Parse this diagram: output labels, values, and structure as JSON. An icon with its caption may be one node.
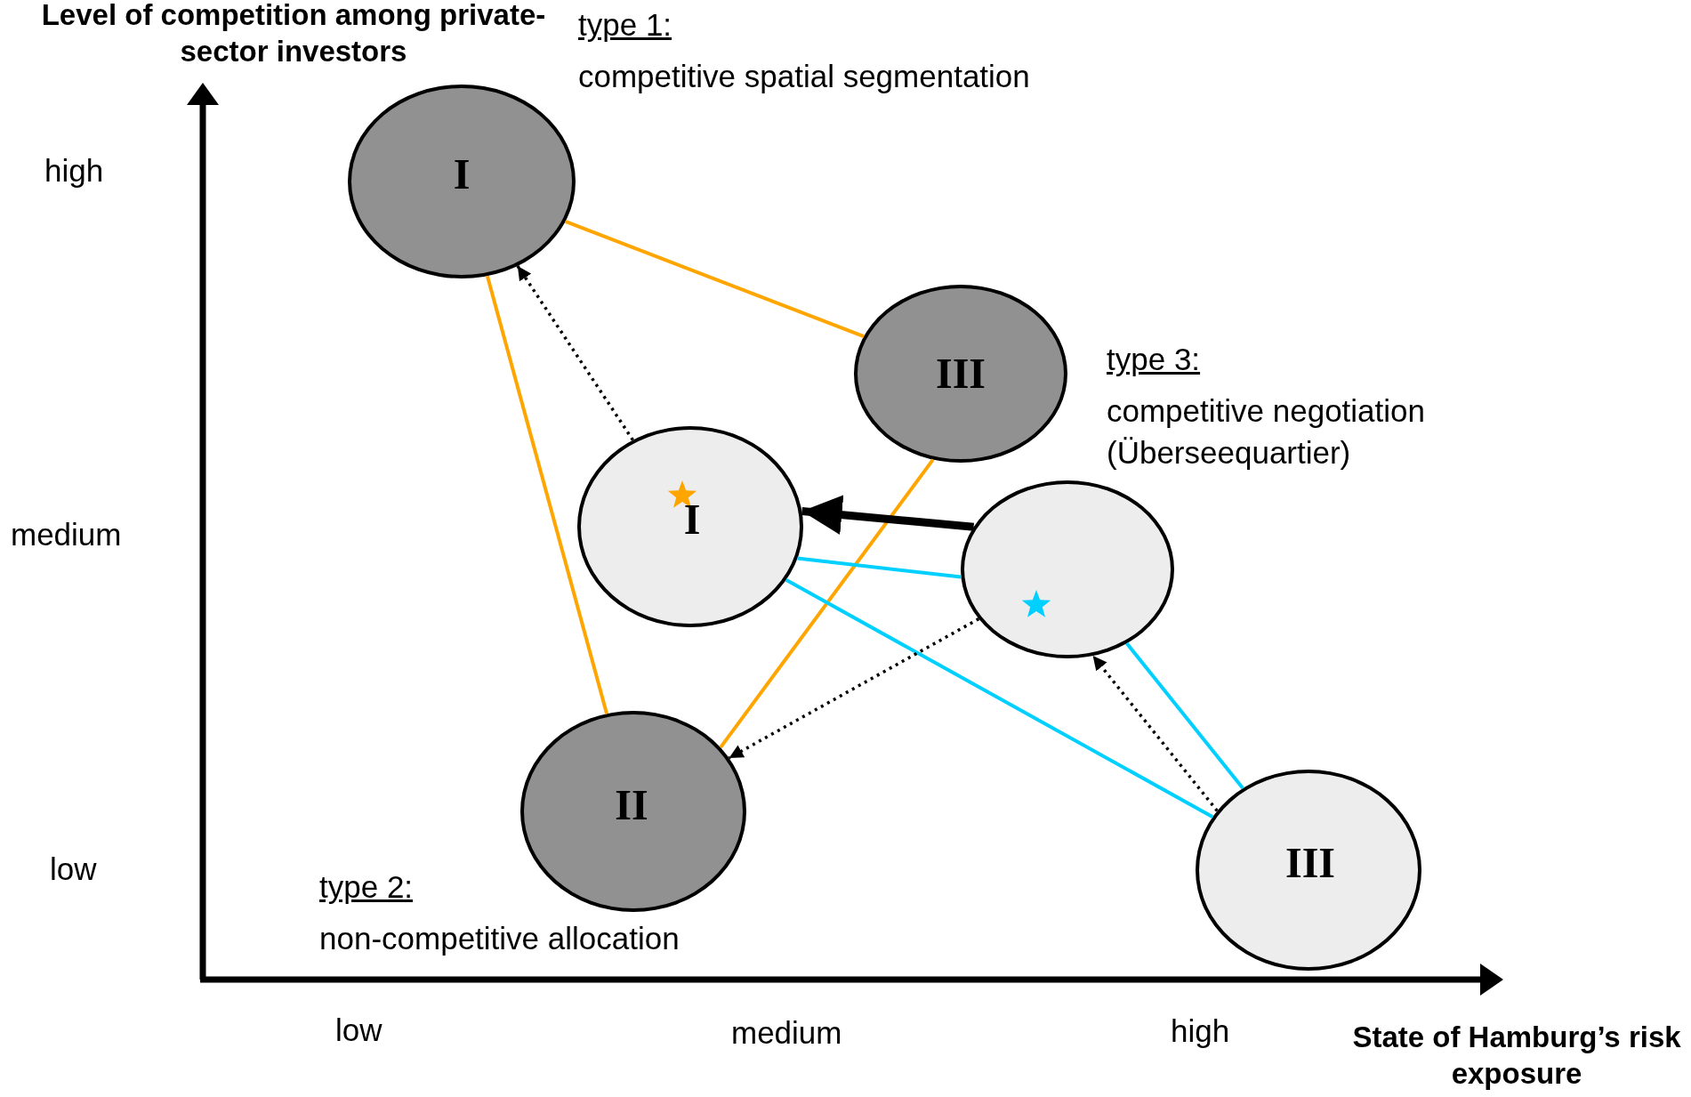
{
  "diagram": {
    "nodes": [
      {
        "text": [
          "I"
        ]
      },
      {
        "text": [
          "I"
        ]
      },
      {
        "text": [
          "III"
        ]
      },
      {
        "text": [],
        "shape": "circle"
      },
      {
        "text": [
          "II"
        ]
      },
      {
        "text": [
          "III"
        ]
      }
    ],
    "edges": [
      {
        "from": 0,
        "to": 2,
        "arrow": "none",
        "color": "#ffa500"
      },
      {
        "from": 2,
        "to": 4,
        "arrow": "none",
        "color": "#ffa500"
      },
      {
        "from": 4,
        "to": 0,
        "arrow": "none",
        "color": "#ffa500"
      },
      {
        "from": 1,
        "to": 3,
        "arrow": "none",
        "color": "#00d0ff"
      },
      {
        "from": 3,
        "to": 5,
        "arrow": "none",
        "color": "#00d0ff"
      },
      {
        "from": 5,
        "to": 1,
        "arrow": "none",
        "color": "#00d0ff"
      },
      {
        "from": 3,
        "to": 1,
        "arrow": "to",
        "style": "thick"
      },
      {
        "from": 1,
        "to": 0,
        "arrow": "to",
        "style": "dashed"
      },
      {
        "from": 3,
        "to": 4,
        "arrow": "to",
        "style": "dashed"
      },
      {
        "from": 5,
        "to": 3,
        "arrow": "to",
        "style": "dashed"
      }
    ],
    "labels": [
      "Level of competition among private- sector investors",
      "type 1:",
      "competitive spatial segmentation",
      "high",
      "type 3:",
      "competitive negotiation (Überseequartier)",
      "medium",
      "low",
      "type 2:",
      "non-competitive allocation",
      "low",
      "medium",
      "high",
      "State of Hamburg’s risk exposure"
    ]
  }
}
